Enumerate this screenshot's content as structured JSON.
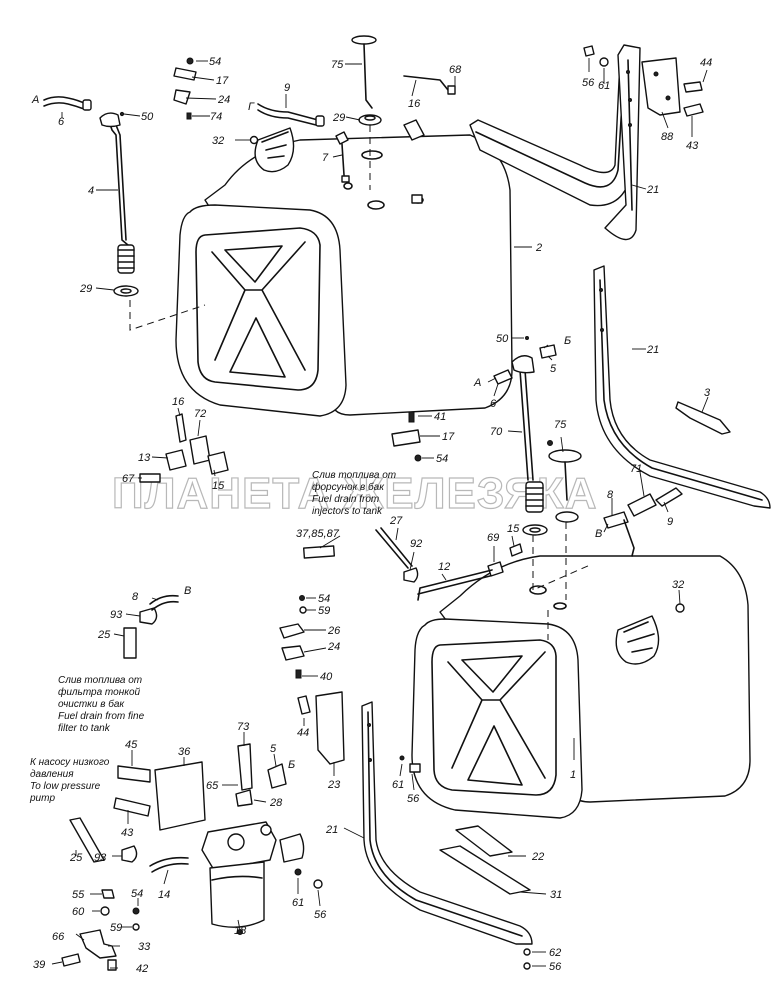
{
  "watermark": "ПЛАНЕТА ЖЕЛЕЗЯКА",
  "callouts": {
    "c54a": "54",
    "c17a": "17",
    "c24a": "24",
    "c74": "74",
    "c50a": "50",
    "cAa": "А",
    "c6a": "6",
    "c9": "9",
    "cGa": "Г",
    "c29a": "29",
    "c32a": "32",
    "c7": "7",
    "c4": "4",
    "c29b": "29",
    "c75a": "75",
    "c68": "68",
    "c16a": "16",
    "c56a": "56",
    "c61a": "61",
    "c44a": "44",
    "c88": "88",
    "c43a": "43",
    "c21a": "21",
    "c2": "2",
    "c21b": "21",
    "c50b": "50",
    "cBa": "Б",
    "cAb": "А",
    "c5a": "5",
    "c6b": "6",
    "c3": "3",
    "c70": "70",
    "c75b": "75",
    "c71": "71",
    "c8a": "8",
    "c9b": "9",
    "cVa": "В",
    "c16b": "16",
    "c72": "72",
    "c13": "13",
    "c15a": "15",
    "c67": "67",
    "c41": "41",
    "c17b": "17",
    "c54b": "54",
    "c27": "27",
    "c37": "37,85,87",
    "c92": "92",
    "c15b": "15",
    "c69": "69",
    "c12": "12",
    "c32b": "32",
    "c8b": "8",
    "cVb": "В",
    "c93a": "93",
    "c25a": "25",
    "c54c": "54",
    "c59a": "59",
    "c26": "26",
    "c24b": "24",
    "c40": "40",
    "c44b": "44",
    "c73": "73",
    "c5b": "5",
    "cBb": "Б",
    "c45": "45",
    "c36": "36",
    "c65": "65",
    "c28": "28",
    "c23": "23",
    "c61b": "61",
    "c56b": "56",
    "c1": "1",
    "c43b": "43",
    "c21c": "21",
    "c22": "22",
    "c25b": "25",
    "c93b": "93",
    "c14": "14",
    "c31": "31",
    "c55": "55",
    "c54d": "54",
    "c60": "60",
    "c59b": "59",
    "c61c": "61",
    "c56c": "56",
    "c66": "66",
    "c33": "33",
    "c18": "18",
    "c39": "39",
    "c42": "42",
    "c62": "62",
    "c56d": "56"
  },
  "notes": {
    "injector_drain": [
      "Слив топлива от",
      "форсунок в бак",
      "Fuel drain from",
      "injectors to tank"
    ],
    "fine_filter_drain": [
      "Слив топлива от",
      "фильтра тонкой",
      "очистки в бак",
      "Fuel drain from fine",
      "filter to tank"
    ],
    "low_pressure_pump": [
      "К насосу низкого",
      "давления",
      "To low pressure",
      "pump"
    ]
  }
}
